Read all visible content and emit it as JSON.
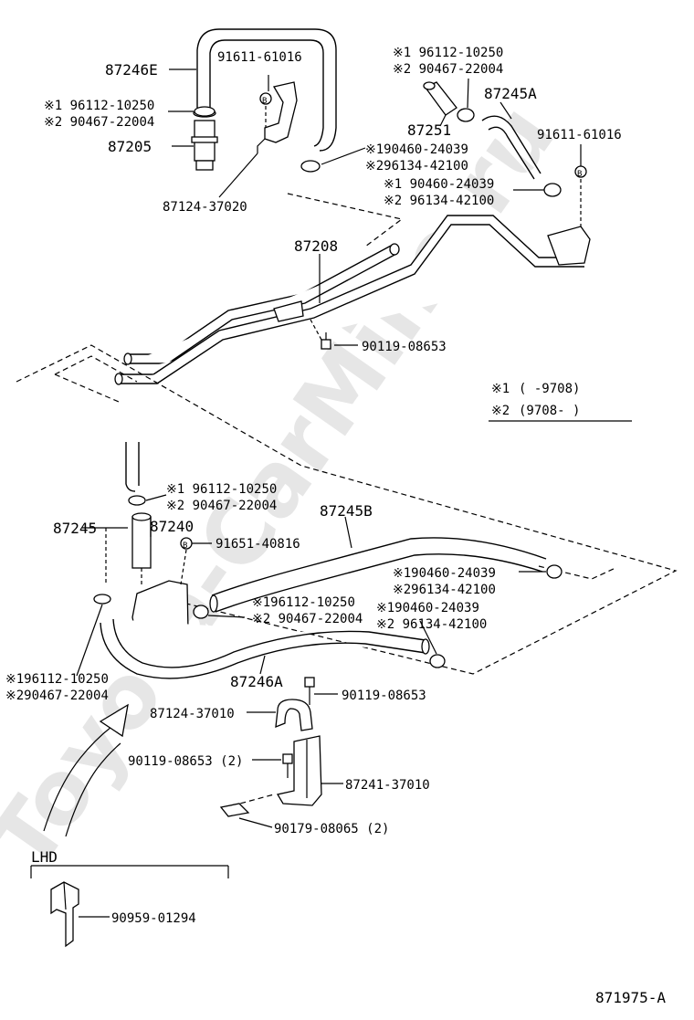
{
  "watermark": "Toyota-CarMine.ru",
  "diagram_id": "871975-A",
  "legend": {
    "row1_mark": "※1",
    "row1_range": "(        -9708)",
    "row2_mark": "※2",
    "row2_range": "(9708-        )"
  },
  "labels": {
    "p87246E": "87246E",
    "p91611_61016_top": "91611-61016",
    "p96112_10250_a": "※1 96112-10250",
    "p90467_22004_a": "※2 90467-22004",
    "p87205": "87205",
    "p96112_10250_b": "※1 96112-10250",
    "p90467_22004_b": "※2 90467-22004",
    "p87251": "87251",
    "p87245A": "87245A",
    "p91611_61016_right": "91611-61016",
    "p190460_24039_a": "※190460-24039",
    "p296134_42100_a": "※296134-42100",
    "p90460_24039_b": "※1 90460-24039",
    "p96134_42100_b": "※2 96134-42100",
    "p87124_37020": "87124-37020",
    "p87208": "87208",
    "p90119_08653_a": "90119-08653",
    "p96112_10250_c": "※1 96112-10250",
    "p90467_22004_c": "※2 90467-22004",
    "p87245B": "87245B",
    "p87245": "87245",
    "p87240": "87240",
    "p91651_40816": "91651-40816",
    "p190460_24039_c": "※190460-24039",
    "p296134_42100_c": "※296134-42100",
    "p196112_10250_d": "※196112-10250",
    "p90467_22004_d": "※2 90467-22004",
    "p190460_24039_e": "※190460-24039",
    "p96134_42100_e": "※2 96134-42100",
    "p196112_10250_f": "※196112-10250",
    "p290467_22004_f": "※290467-22004",
    "p87246A": "87246A",
    "p90119_08653_b": "90119-08653",
    "p87124_37010": "87124-37010",
    "p90119_08653_c": "90119-08653 (2)",
    "p87241_37010": "87241-37010",
    "p90179_08065": "90179-08065 (2)",
    "lhd": "LHD",
    "p90959_01294": "90959-01294"
  },
  "bolt_marks": {
    "b_top": "B",
    "b_right": "B",
    "b_mid": "B"
  }
}
